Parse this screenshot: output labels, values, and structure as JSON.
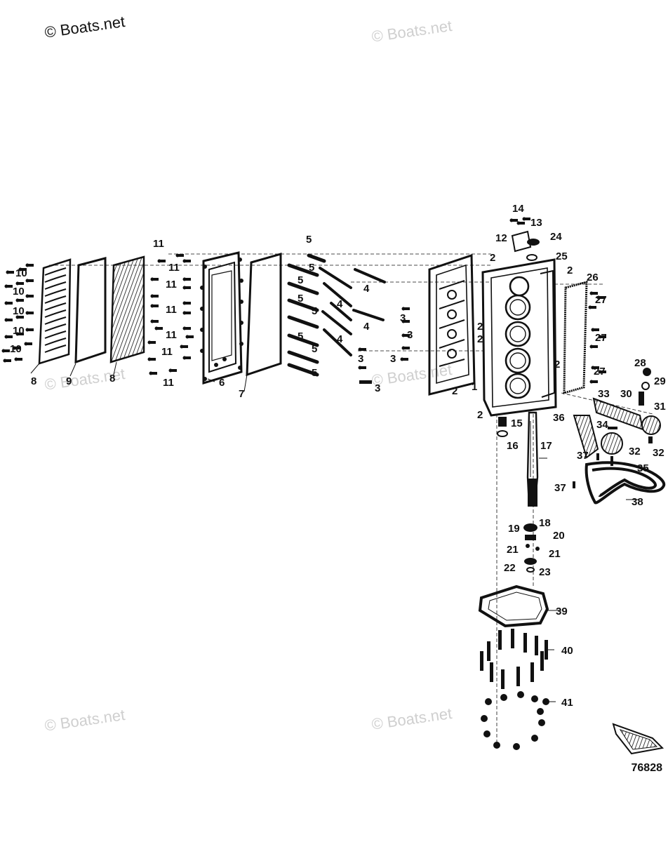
{
  "watermarks": [
    "© Boats.net",
    "© Boats.net",
    "© Boats.net",
    "© Boats.net",
    "© Boats.net",
    "© Boats.net"
  ],
  "callouts": {
    "c1": "1",
    "c2": "2",
    "c3": "3",
    "c4": "4",
    "c5": "5",
    "c6": "6",
    "c7": "7",
    "c8": "8",
    "c9": "9",
    "c10": "10",
    "c11": "11",
    "c12": "12",
    "c13": "13",
    "c14": "14",
    "c15": "15",
    "c16": "16",
    "c17": "17",
    "c18": "18",
    "c19": "19",
    "c20": "20",
    "c21": "21",
    "c22": "22",
    "c23": "23",
    "c24": "24",
    "c25": "25",
    "c26": "26",
    "c27": "27",
    "c28": "28",
    "c29": "29",
    "c30": "30",
    "c31": "31",
    "c32": "32",
    "c33": "33",
    "c34": "34",
    "c35": "35",
    "c36": "36",
    "c37": "37",
    "c38": "38",
    "c39": "39",
    "c40": "40",
    "c41": "41"
  },
  "figure_number": "76828",
  "colors": {
    "ink": "#111111",
    "watermark": "#cfcfcf"
  }
}
